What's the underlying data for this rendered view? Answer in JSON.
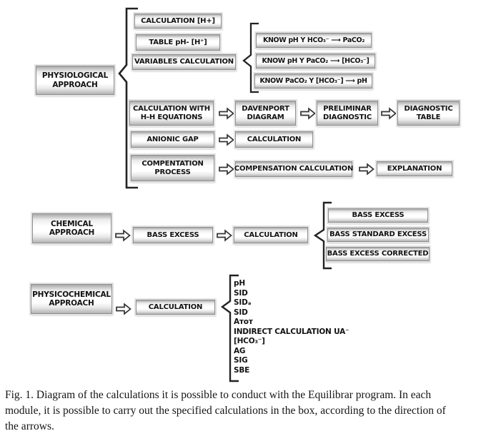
{
  "figure_caption": {
    "lines": [
      "Fig. 1.  Diagram of the calculations it is possible to conduct with the Equilibrar program.  In each",
      "module, it is possible to carry out the specified calculations in the box, according to the direction of",
      "the arrows."
    ]
  },
  "physiological": {
    "approach_label": "PHYSIOLOGICAL APPROACH",
    "calc_boxes": [
      "CALCULATION [H+]",
      "TABLE pH- [H⁺]",
      "VARIABLES CALCULATION"
    ],
    "know_boxes": [
      "KNOW pH Y HCO₃⁻ ⟶ PaCO₂",
      "KNOW pH Y PaCO₂ ⟶ [HCO₃⁻]",
      "KNOW PaCO₂ Y [HCO₃⁻] ⟶ pH"
    ],
    "hh_flow": [
      "CALCULATION WITH H-H EQUATIONS",
      "DAVENPORT DIAGRAM",
      "PRELIMINAR DIAGNOSTIC",
      "DIAGNOSTIC TABLE"
    ],
    "anion_flow": [
      "ANIONIC GAP",
      "CALCULATION"
    ],
    "compensation_flow": [
      "COMPENTATION PROCESS",
      "COMPENSATION CALCULATION",
      "EXPLANATION"
    ]
  },
  "chemical": {
    "approach_label": "CHEMICAL APPROACH",
    "flow": [
      "BASS EXCESS",
      "CALCULATION"
    ],
    "results": [
      "BASS EXCESS",
      "BASS STANDARD EXCESS",
      "BASS EXCESS CORRECTED"
    ]
  },
  "physicochemical": {
    "approach_label": "PHYSICOCHEMICAL APPROACH",
    "flow": [
      "CALCULATION"
    ],
    "results": [
      "pH",
      "SID",
      "SIDₐ",
      "SID",
      "Aᴛᴏᴛ",
      "INDIRECT CALCULATION UA⁻",
      "[HCO₃⁻]",
      "AG",
      "SIG",
      "SBE"
    ]
  },
  "colors": {
    "background": "#ffffff",
    "box_border": "#8f8f8f",
    "text": "#121212",
    "line": "#222222"
  }
}
